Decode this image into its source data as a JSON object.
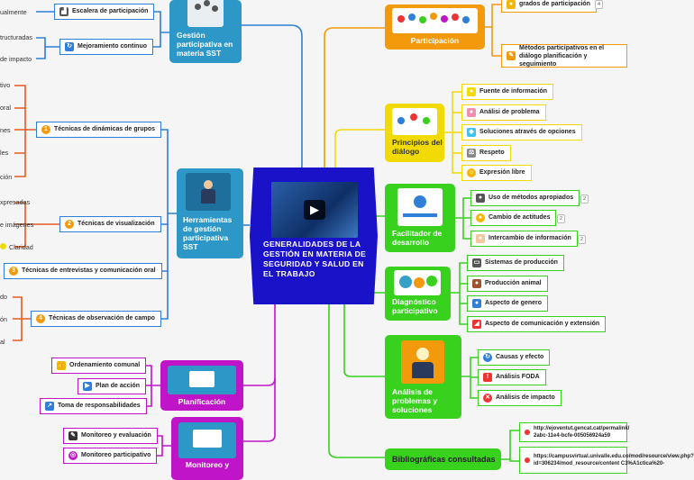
{
  "center": {
    "title": "GENERALIDADES DE LA GESTIÓN EN MATERIA DE SEGURIDAD Y SALUD EN EL TRABAJO",
    "video_icon": "play-icon"
  },
  "colors": {
    "center": "#1a12c8",
    "orange": "#f39a0c",
    "yellow": "#f2da05",
    "green": "#37d11e",
    "purple": "#c014c9",
    "magenta": "#c01ec8",
    "blue_main": "#2d98c8",
    "line_blue": "#2f7ed8",
    "line_red": "#e35b23"
  },
  "nodes": {
    "gestion": {
      "label": "Gestión participativa en materia SST"
    },
    "herramientas": {
      "label": "Herramientas de gestión participativa SST"
    },
    "planificacion": {
      "label": "Planificación"
    },
    "monitoreo": {
      "label": "Monitoreo y"
    },
    "participacion": {
      "label": "Participación"
    },
    "principios": {
      "label": "Principios del diálogo"
    },
    "facilitador": {
      "label": "Facilitador de desarrollo"
    },
    "diagnostico": {
      "label": "Diagnóstico participativo"
    },
    "analisis": {
      "label": "Análisis de problemas y soluciones"
    },
    "biblio": {
      "label": "Bibliográficas consultadas"
    }
  },
  "gestion_subs": [
    {
      "label": "Escalera de participación",
      "icon": "stairs-icon"
    },
    {
      "label": "Mejoramiento continuo",
      "icon": "cycle-icon"
    }
  ],
  "gestion_leaves": [
    "ualmente",
    "tructuradas",
    "de impacto"
  ],
  "herramientas_subs": [
    {
      "label": "Técnicas de dinámicas de grupos",
      "icon": "number-1-icon",
      "num": "1"
    },
    {
      "label": "Técnicas de visualización",
      "icon": "number-2-icon",
      "num": "2"
    },
    {
      "label": "Técnicas de entrevistas y comunicación oral",
      "icon": "number-3-icon",
      "num": "3"
    },
    {
      "label": "Técnicas de observación de campo",
      "icon": "number-4-icon",
      "num": "4"
    }
  ],
  "herramientas_leaves": [
    "tivo",
    "oral",
    "nes",
    "les",
    "ción",
    "xpresadas",
    "e imágenes",
    "Claridad",
    "do",
    "ón",
    "al"
  ],
  "planificacion_subs": [
    {
      "label": "Ordenamiento comunal",
      "icon": "thumbs-up-icon"
    },
    {
      "label": "Plan de acción",
      "icon": "play-icon"
    },
    {
      "label": "Toma de responsabilidades",
      "icon": "arrow-icon"
    }
  ],
  "monitoreo_subs": [
    {
      "label": "Monitoreo y evaluación",
      "icon": "pen-icon"
    },
    {
      "label": "Monitoreo participativo",
      "icon": "target-icon"
    }
  ],
  "participacion_subs": [
    {
      "label": "grados de participación",
      "icon": "coins-icon"
    },
    {
      "label": "Métodos participativos en el diálogo planificación y seguimiento",
      "icon": "pencil-icon"
    }
  ],
  "principios_subs": [
    {
      "label": "Fuente de información",
      "icon": "bulb-icon"
    },
    {
      "label": "Análisi de problema",
      "icon": "brain-icon"
    },
    {
      "label": "Soluciones através de opciones",
      "icon": "diamond-icon"
    },
    {
      "label": "Respeto",
      "icon": "scales-icon"
    },
    {
      "label": "Expresión libre",
      "icon": "smile-icon"
    }
  ],
  "facilitador_subs": [
    {
      "label": "Uso de métodos apropiados",
      "icon": "group-icon",
      "badge": "2"
    },
    {
      "label": "Cambio de actitudes",
      "icon": "medal-icon",
      "badge": "2"
    },
    {
      "label": "Intercambio de información",
      "icon": "handshake-icon",
      "badge": "2"
    }
  ],
  "diagnostico_subs": [
    {
      "label": "Sistemas de producción",
      "icon": "monitor-icon"
    },
    {
      "label": "Producción animal",
      "icon": "animal-icon"
    },
    {
      "label": "Aspecto de genero",
      "icon": "gender-icon"
    },
    {
      "label": "Aspecto de comunicación y extensión",
      "icon": "megaphone-icon"
    }
  ],
  "analisis_subs": [
    {
      "label": "Causas y efecto",
      "icon": "cycle-icon"
    },
    {
      "label": "Análisis FODA",
      "icon": "exclamation-icon"
    },
    {
      "label": "Análisis de impacto",
      "icon": "cross-icon"
    }
  ],
  "biblio_subs": [
    {
      "label": "http://ejoventut.gencat.cat/permalink/ 2abc-11e4-bcfe-005056924a59"
    },
    {
      "label": "https://campusvirtual.univalle.edu.co/mod/resource/view.php?id=306234/mod_resource/content C3%A1ctica%20-"
    }
  ],
  "participacion_badge": "4"
}
